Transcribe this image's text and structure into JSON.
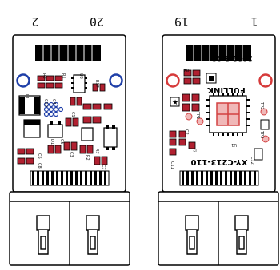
{
  "pin_labels": {
    "left_top_left": "2",
    "left_top_right": "20",
    "right_top_left": "19",
    "right_top_right": "1"
  },
  "left_board": {
    "refs": [
      "R3",
      "R1",
      "U3",
      "R17",
      "L1",
      "C10",
      "C4",
      "C1",
      "D1",
      "C5",
      "C3",
      "R2",
      "C7",
      "C6",
      "C8",
      "R7"
    ]
  },
  "right_board": {
    "logo": "FULLINK",
    "date": "2012.3.08",
    "part": "XY-C213-110",
    "refs": [
      "R4",
      "U1",
      "TP2",
      "TP1",
      "TP3",
      "C2",
      "U2",
      "C11",
      "C12"
    ]
  },
  "colors": {
    "pad_red": "#b02030",
    "ring_blue": "#1f3fa8",
    "ring_red": "#d63a3a",
    "ic_pink": "#f0b8b8",
    "ic_red": "#d24040"
  }
}
